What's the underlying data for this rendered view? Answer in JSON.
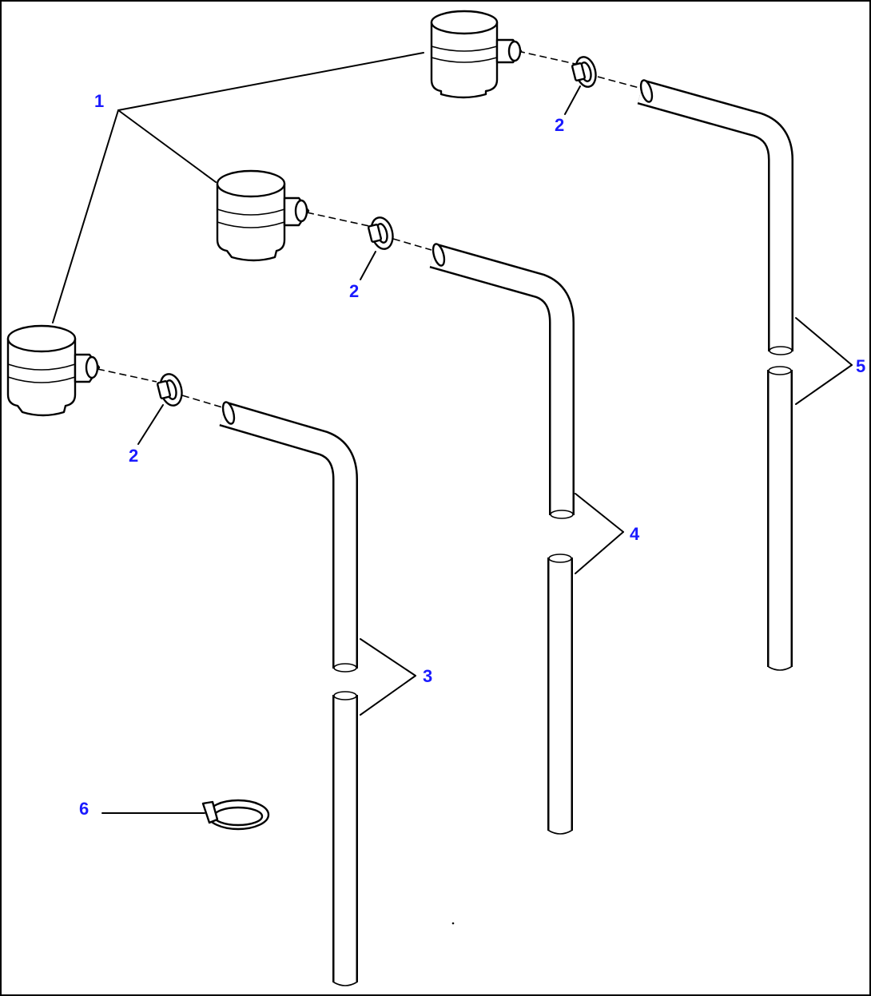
{
  "callouts": {
    "c1": "1",
    "c2a": "2",
    "c2b": "2",
    "c2c": "2",
    "c3": "3",
    "c4": "4",
    "c5": "5",
    "c6": "6"
  },
  "colors": {
    "callout_text": "#1a1aff",
    "line_art": "#000000",
    "background": "#ffffff"
  }
}
